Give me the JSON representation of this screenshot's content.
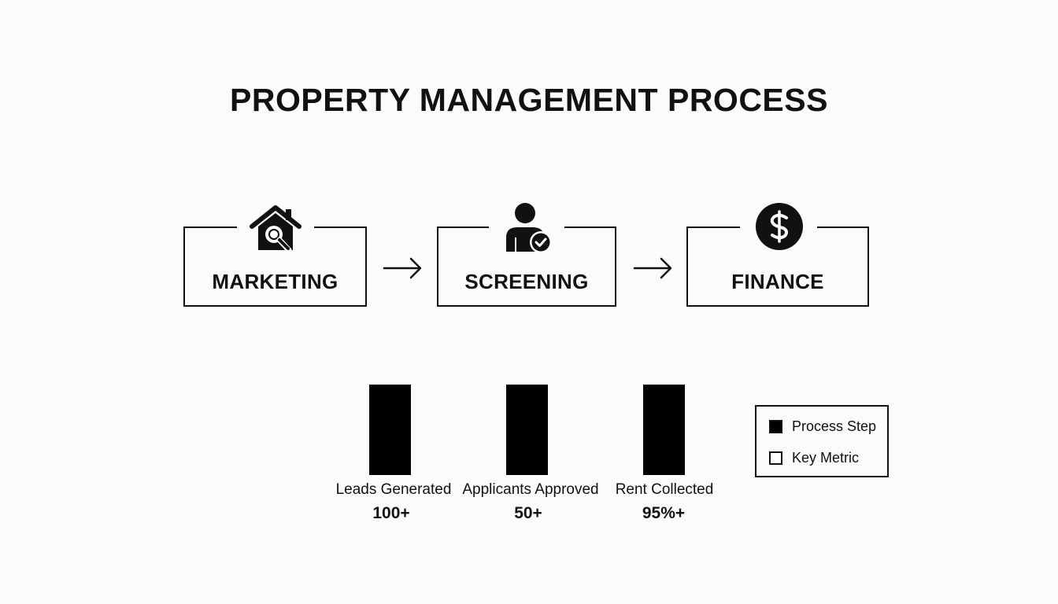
{
  "title": "PROPERTY MANAGEMENT PROCESS",
  "steps": [
    {
      "label": "MARKETING",
      "icon": "house-search-icon"
    },
    {
      "label": "SCREENING",
      "icon": "user-check-icon"
    },
    {
      "label": "FINANCE",
      "icon": "dollar-coin-icon"
    }
  ],
  "metrics": [
    {
      "label": "Leads Generated",
      "value": "100+"
    },
    {
      "label": "Applicants Approved",
      "value": "50+"
    },
    {
      "label": "Rent Collected",
      "value": "95%+"
    }
  ],
  "legend": {
    "items": [
      {
        "label": "Process Step",
        "swatch": "filled"
      },
      {
        "label": "Key Metric",
        "swatch": "empty"
      }
    ]
  },
  "colors": {
    "ink": "#111111",
    "background": "#fbfbfb"
  }
}
